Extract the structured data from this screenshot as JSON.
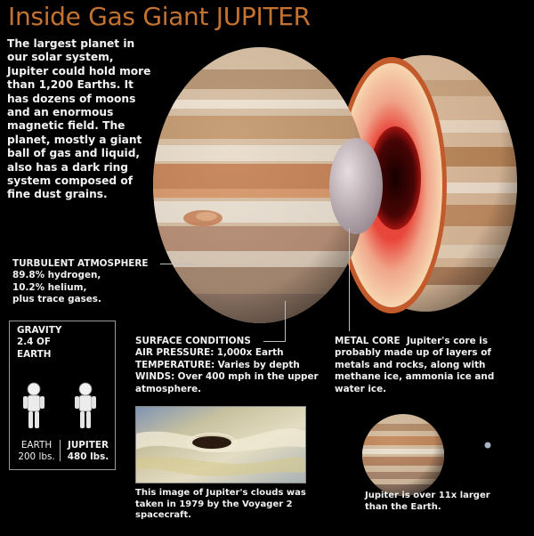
{
  "title": "Inside Gas Giant JUPITER",
  "intro": "The largest planet in our solar system, Jupiter could hold more than 1,200 Earths. It has dozens of moons and an enormous magnetic field. The planet, mostly a giant ball of gas and liquid, also has a dark ring system composed of fine dust grains.",
  "atmosphere": {
    "heading": "TURBULENT ATMOSPHERE",
    "lines": [
      "89.8% hydrogen,",
      "10.2% helium,",
      "plus trace gases."
    ]
  },
  "gravity": {
    "heading_line1": "GRAVITY",
    "heading_line2": "2.4 OF",
    "heading_line3": "EARTH",
    "earth_label": "EARTH",
    "earth_weight": "200 lbs.",
    "jupiter_label": "JUPITER",
    "jupiter_weight": "480 lbs."
  },
  "surface": {
    "heading": "SURFACE CONDITIONS",
    "pressure_label": "AIR PRESSURE:",
    "pressure_value": "1,000x Earth",
    "temperature_label": "TEMPERATURE:",
    "temperature_value": "Varies by depth",
    "winds_label": "WINDS:",
    "winds_value": "Over 400 mph in the upper atmosphere."
  },
  "core": {
    "heading": "METAL CORE",
    "text": "Jupiter's core is probably made up of layers of metals and rocks, along with methane ice, ammonia ice and water ice."
  },
  "voyager_caption": "This image of Jupiter's clouds was taken in 1979 by the Voyager 2 spacecraft.",
  "size_caption": "Jupiter is over 11x larger than the Earth.",
  "colors": {
    "title": "#c4722f",
    "background": "#000000",
    "core_red": "#c8201a",
    "band_orange": "#c88850"
  }
}
